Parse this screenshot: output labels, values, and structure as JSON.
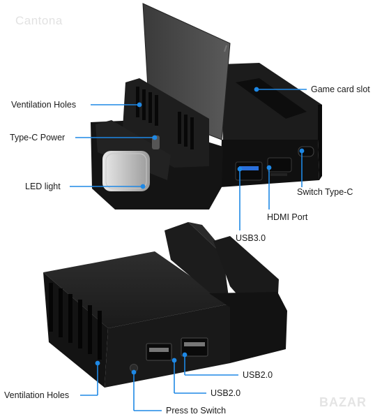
{
  "watermark_top": "Cantona",
  "watermark_bottom": "BAZAR",
  "callouts": {
    "ventilation_holes_top": "Ventilation Holes",
    "type_c_power": "Type-C Power",
    "led_light": "LED light",
    "game_card_slot": "Game card slot",
    "switch_type_c": "Switch Type-C",
    "hdmi_port": "HDMI Port",
    "usb3": "USB3.0",
    "usb2_right": "USB2.0",
    "usb2_lower": "USB2.0",
    "ventilation_holes_bottom": "Ventilation Holes",
    "press_to_switch": "Press to Switch"
  },
  "colors": {
    "callout": "#1e88e5",
    "device": "#161616",
    "background": "#ffffff"
  }
}
